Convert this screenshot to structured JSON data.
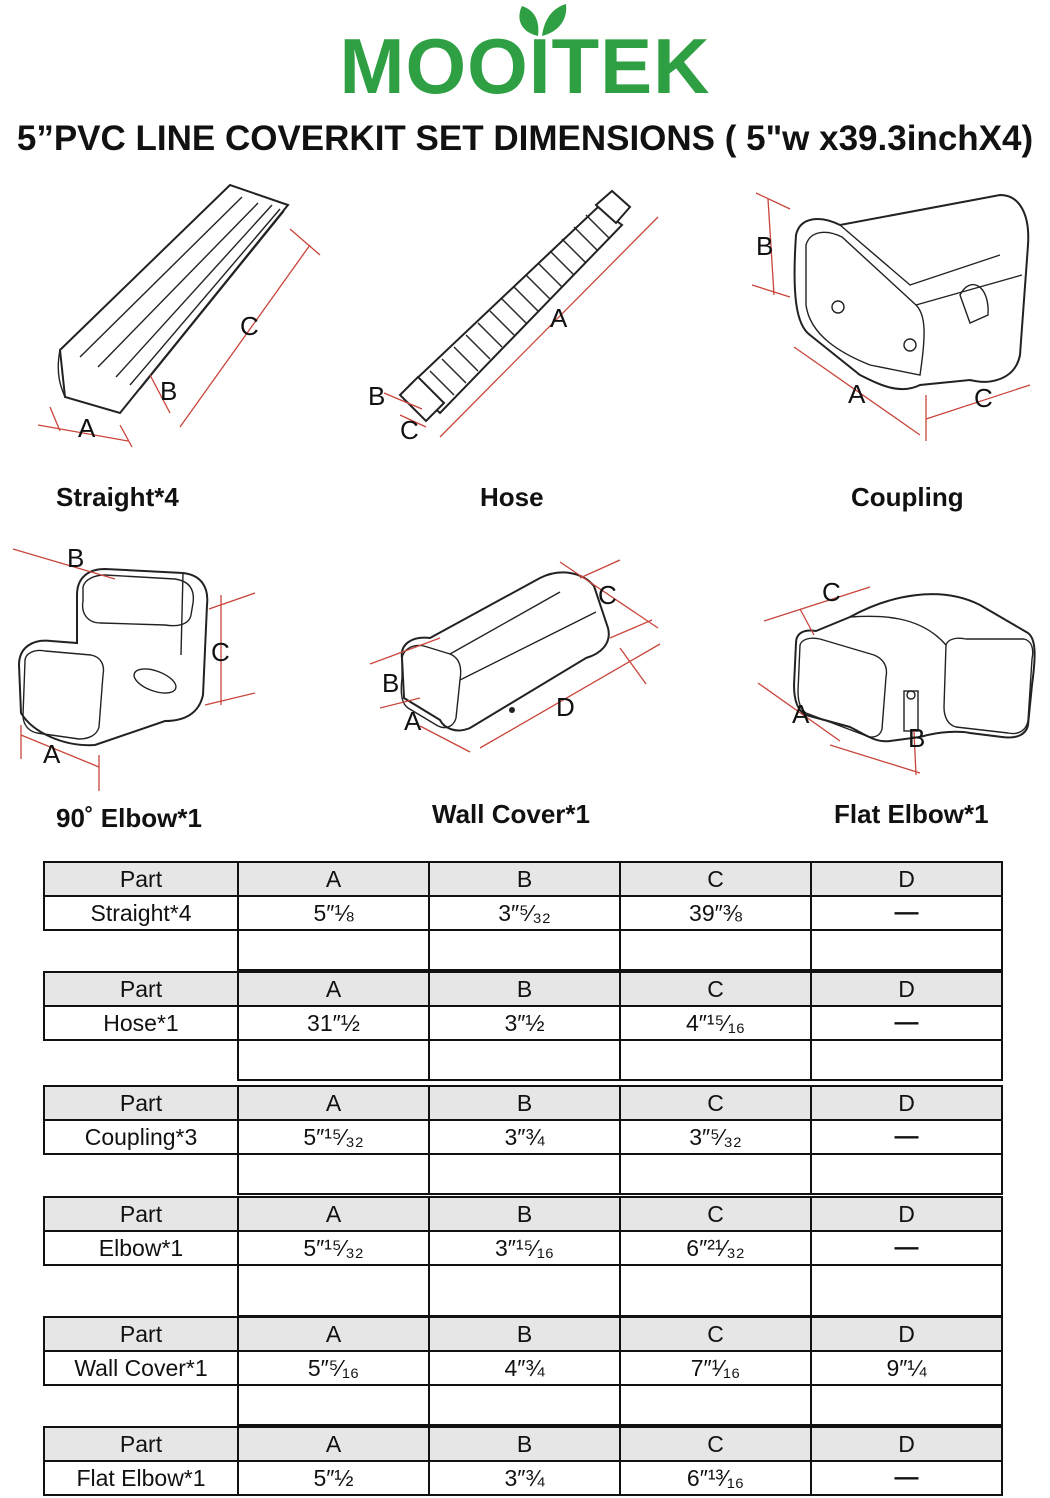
{
  "brand": {
    "name": "MOOITEK",
    "color": "#2ea043"
  },
  "title": "5”PVC LINE COVERKIT SET DIMENSIONS ( 5\"w x39.3inchX4)",
  "figures": [
    {
      "caption": "Straight*4",
      "labels": [
        "A",
        "B",
        "C"
      ]
    },
    {
      "caption": "Hose",
      "labels": [
        "A",
        "B",
        "C"
      ]
    },
    {
      "caption": "Coupling",
      "labels": [
        "A",
        "B",
        "C"
      ]
    },
    {
      "caption": "90˚ Elbow*1",
      "labels": [
        "A",
        "B",
        "C"
      ]
    },
    {
      "caption": "Wall Cover*1",
      "labels": [
        "A",
        "B",
        "C",
        "D"
      ]
    },
    {
      "caption": "Flat Elbow*1",
      "labels": [
        "A",
        "B",
        "C"
      ]
    }
  ],
  "table": {
    "headers": [
      "Part",
      "A",
      "B",
      "C",
      "D"
    ],
    "rows": [
      {
        "part": "Straight*4",
        "a": "5″⅛",
        "b": "3″⁵⁄₃₂",
        "c": "39″⅜",
        "d": "—"
      },
      {
        "part": "Hose*1",
        "a": "31″½",
        "b": "3″½",
        "c": "4″¹⁵⁄₁₆",
        "d": "—"
      },
      {
        "part": "Coupling*3",
        "a": "5″¹⁵⁄₃₂",
        "b": "3″¾",
        "c": "3″⁵⁄₃₂",
        "d": "—"
      },
      {
        "part": "Elbow*1",
        "a": "5″¹⁵⁄₃₂",
        "b": "3″¹⁵⁄₁₆",
        "c": "6″²¹⁄₃₂",
        "d": "—"
      },
      {
        "part": "Wall Cover*1",
        "a": "5″⁵⁄₁₆",
        "b": "4″¾",
        "c": "7″¹⁄₁₆",
        "d": "9″¼"
      },
      {
        "part": "Flat Elbow*1",
        "a": "5″½",
        "b": "3″¾",
        "c": "6″¹³⁄₁₆",
        "d": "—"
      }
    ]
  }
}
